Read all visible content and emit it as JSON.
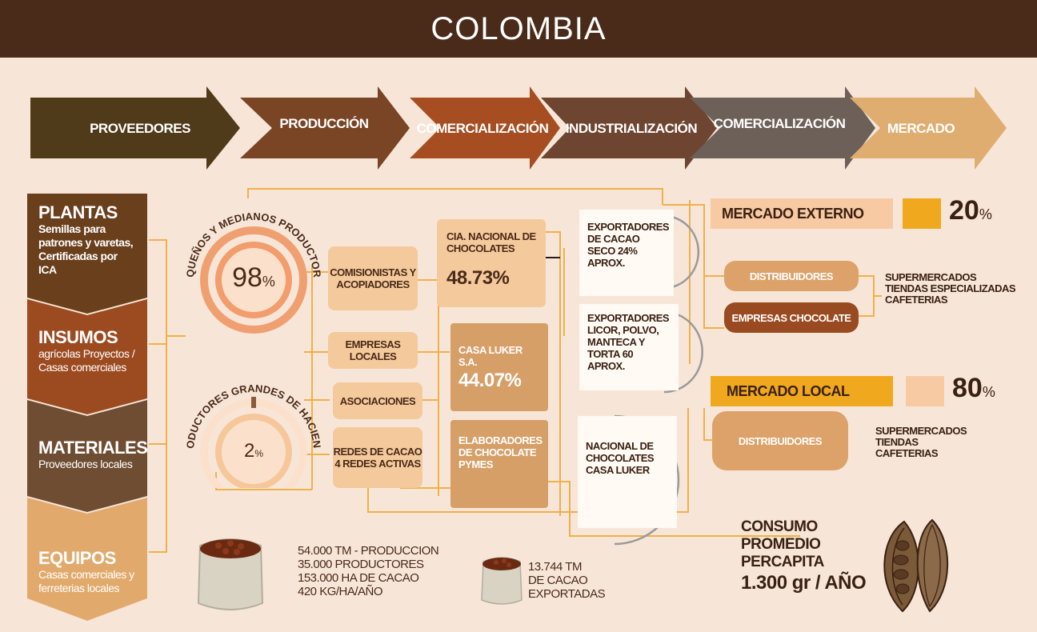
{
  "title": "COLOMBIA",
  "chain": [
    "PROVEEDORES",
    "PRODUCCIÓN",
    "COMERCIALIZACIÓN",
    "INDUSTRIALIZACIÓN",
    "COMERCIALIZACIÓN",
    "MERCADO"
  ],
  "chain_colors": [
    "#4f3a19",
    "#7a4524",
    "#a64e22",
    "#6e4530",
    "#6d6058",
    "#e0ad70"
  ],
  "suppliers": [
    {
      "head": "PLANTAS",
      "desc": "Semillas para patrones y varetas, Certificadas por ICA"
    },
    {
      "head": "INSUMOS",
      "desc": "agrícolas Proyectos / Casas comerciales"
    },
    {
      "head": "MATERIALES",
      "desc": "Proveedores locales"
    },
    {
      "head": "EQUIPOS",
      "desc": "Casas comerciales y ferreterias locales"
    }
  ],
  "producers": {
    "small": {
      "label": "PEQUEÑOS Y MEDIANOS PRODUCTORES",
      "value": "98",
      "unit": "%"
    },
    "large": {
      "label": "PRODUCTORES GRANDES DE HACIENDA",
      "value": "2",
      "unit": "%"
    }
  },
  "intermediaries": [
    "COMISIONISTAS Y ACOPIADORES",
    "EMPRESAS LOCALES",
    "ASOCIACIONES",
    "REDES DE CACAO 4 REDES ACTIVAS"
  ],
  "industry": [
    {
      "name": "CIA. NACIONAL DE CHOCOLATES",
      "share": "48.73%"
    },
    {
      "name": "CASA LUKER S.A.",
      "share": "44.07%"
    },
    {
      "name": "ELABORADORES DE CHOCOLATE PYMES",
      "share": ""
    }
  ],
  "exporters": [
    "EXPORTADORES DE CACAO SECO 24% APROX.",
    "EXPORTADORES LICOR, POLVO, MANTECA Y TORTA 60 APROX.",
    "NACIONAL DE CHOCOLATES CASA LUKER"
  ],
  "external_market": {
    "label": "MERCADO EXTERNO",
    "percent": "20",
    "unit": "%"
  },
  "local_market": {
    "label": "MERCADO LOCAL",
    "percent": "80",
    "unit": "%"
  },
  "distribution": {
    "distribuidores": "DISTRIBUIDORES",
    "empresas": "EMPRESAS CHOCOLATE"
  },
  "ext_channels": [
    "SUPERMERCADOS",
    "TIENDAS ESPECIALIZADAS",
    "CAFETERIAS"
  ],
  "local_channels": [
    "SUPERMERCADOS",
    "TIENDAS",
    "CAFETERIAS"
  ],
  "production_stats": [
    "54.000 TM - PRODUCCION",
    "35.000 PRODUCTORES",
    "153.000 HA DE CACAO",
    "420 KG/HA/AÑO"
  ],
  "export_stats": [
    "13.744 TM",
    "DE CACAO",
    "EXPORTADAS"
  ],
  "consumption": {
    "lines": [
      "CONSUMO",
      "PROMEDIO",
      "PERCAPITA"
    ],
    "value": "1.300 gr / AÑO"
  }
}
